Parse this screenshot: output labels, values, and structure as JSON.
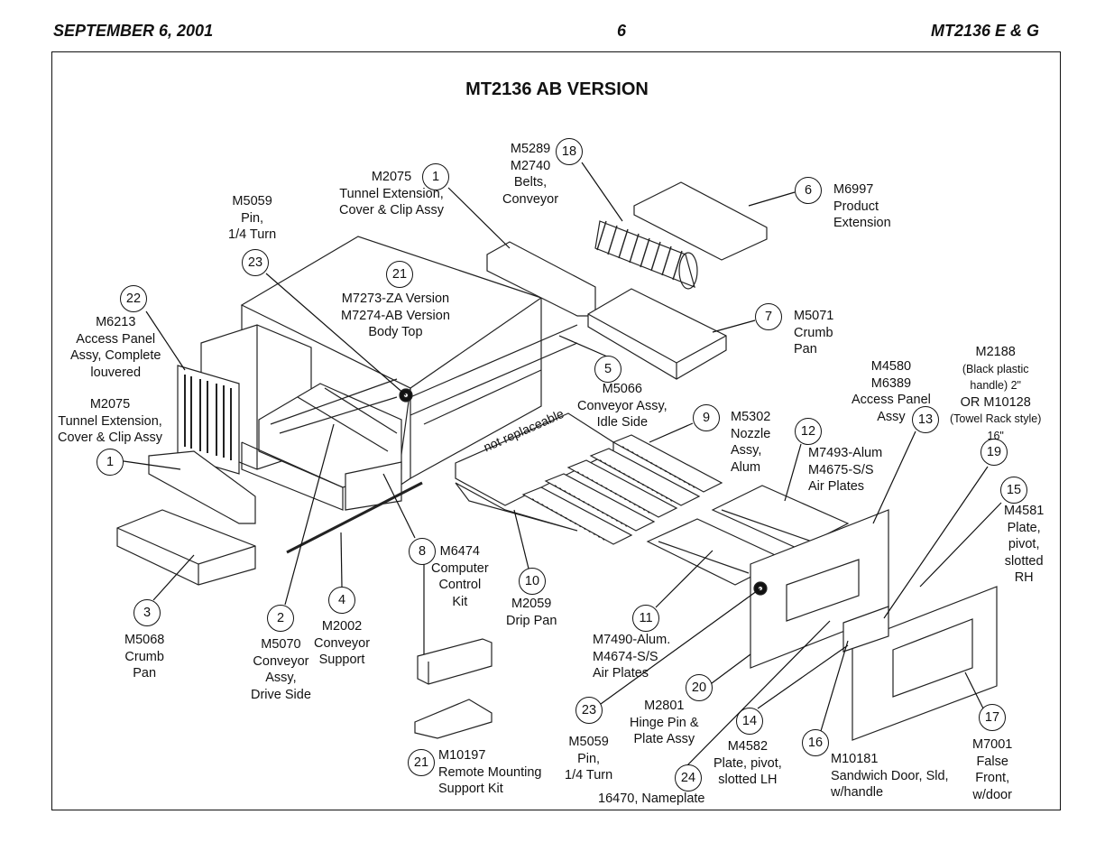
{
  "header": {
    "date": "SEPTEMBER 6, 2001",
    "page": "6",
    "model": "MT2136 E & G"
  },
  "title": "MT2136 AB VERSION",
  "belt_note": "not replaceable",
  "callouts": [
    {
      "id": "c1a",
      "num": "1",
      "lines": [
        "M2075",
        "Tunnel Extension,",
        "Cover & Clip Assy"
      ]
    },
    {
      "id": "c18",
      "num": "18",
      "lines": [
        "M5289",
        "M2740",
        "Belts,",
        "Conveyor"
      ]
    },
    {
      "id": "c6",
      "num": "6",
      "lines": [
        "M6997",
        "Product",
        "Extension"
      ]
    },
    {
      "id": "c23a",
      "num": "23",
      "lines": [
        "M5059",
        "Pin,",
        "1/4 Turn"
      ]
    },
    {
      "id": "c21a",
      "num": "21",
      "lines": [
        "M7273-ZA Version",
        "M7274-AB Version",
        "Body Top"
      ]
    },
    {
      "id": "c22",
      "num": "22",
      "lines": [
        "M6213",
        "Access Panel",
        "Assy, Complete",
        "louvered"
      ]
    },
    {
      "id": "c7",
      "num": "7",
      "lines": [
        "M5071",
        "Crumb",
        "Pan"
      ]
    },
    {
      "id": "c5",
      "num": "5",
      "lines": [
        "M5066",
        "Conveyor Assy,",
        "Idle Side"
      ]
    },
    {
      "id": "c13",
      "num": "13",
      "lines": [
        "M4580",
        "M6389",
        "Access Panel",
        "Assy"
      ]
    },
    {
      "id": "c19",
      "num": "19",
      "lines": [
        "M2188",
        "(Black plastic",
        "handle) 2\"",
        "OR M10128",
        "(Towel Rack style)",
        "16\""
      ]
    },
    {
      "id": "c1b",
      "num": "1",
      "lines": [
        "M2075",
        "Tunnel Extension,",
        "Cover & Clip Assy"
      ]
    },
    {
      "id": "c9",
      "num": "9",
      "lines": [
        "M5302",
        "Nozzle",
        "Assy,",
        "Alum"
      ]
    },
    {
      "id": "c12",
      "num": "12",
      "lines": [
        "M7493-Alum",
        "M4675-S/S",
        "Air Plates"
      ]
    },
    {
      "id": "c15",
      "num": "15",
      "lines": [
        "M4581",
        "Plate,",
        "pivot,",
        "slotted",
        "RH"
      ]
    },
    {
      "id": "c8",
      "num": "8",
      "lines": [
        "M6474",
        "Computer",
        "Control",
        "Kit"
      ]
    },
    {
      "id": "c10",
      "num": "10",
      "lines": [
        "M2059",
        "Drip Pan"
      ]
    },
    {
      "id": "c3",
      "num": "3",
      "lines": [
        "M5068",
        "Crumb",
        "Pan"
      ]
    },
    {
      "id": "c2",
      "num": "2",
      "lines": [
        "M5070",
        "Conveyor",
        "Assy,",
        "Drive Side"
      ]
    },
    {
      "id": "c4",
      "num": "4",
      "lines": [
        "M2002",
        "Conveyor",
        "Support"
      ]
    },
    {
      "id": "c11",
      "num": "11",
      "lines": [
        "M7490-Alum.",
        "M4674-S/S",
        "Air Plates"
      ]
    },
    {
      "id": "c20",
      "num": "20",
      "lines": [
        "M2801",
        "Hinge Pin &",
        "Plate Assy"
      ]
    },
    {
      "id": "c23b",
      "num": "23",
      "lines": [
        "M5059",
        "Pin,",
        "1/4 Turn"
      ]
    },
    {
      "id": "c14",
      "num": "14",
      "lines": [
        "M4582",
        "Plate, pivot,",
        "slotted LH"
      ]
    },
    {
      "id": "c16",
      "num": "16",
      "lines": [
        "M10181",
        "Sandwich Door, Sld,",
        "w/handle"
      ]
    },
    {
      "id": "c17",
      "num": "17",
      "lines": [
        "M7001",
        "False",
        "Front,",
        "w/door"
      ]
    },
    {
      "id": "c21b",
      "num": "21",
      "lines": [
        "M10197",
        "Remote Mounting",
        "Support Kit"
      ]
    },
    {
      "id": "c24",
      "num": "24",
      "lines": [
        "16470, Nameplate"
      ]
    }
  ]
}
